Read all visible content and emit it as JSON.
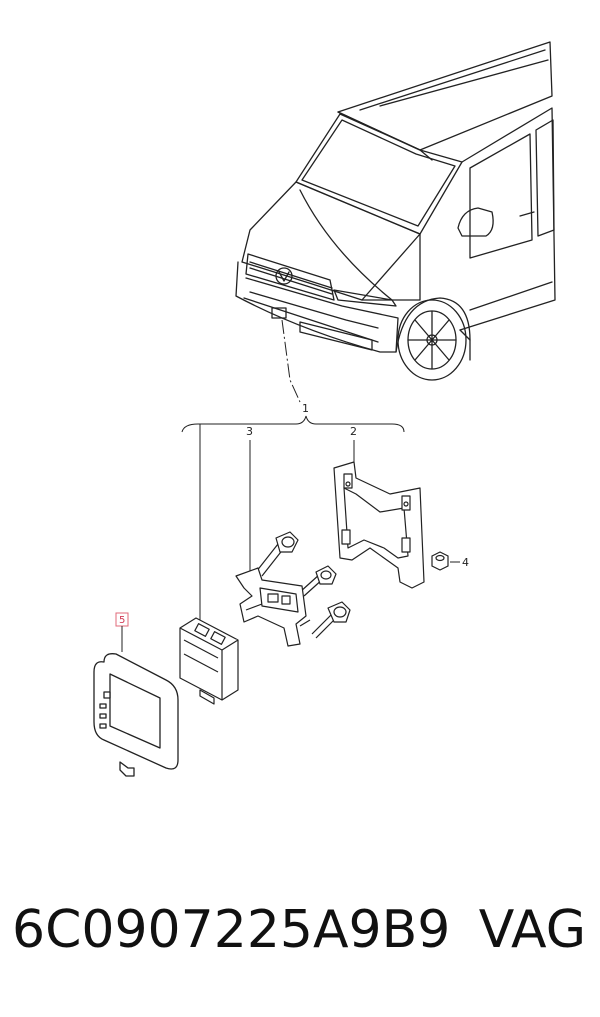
{
  "callouts": {
    "c1": "1",
    "c2": "2",
    "c3": "3",
    "c4": "4",
    "c5": "5"
  },
  "footer": {
    "part_number": "6C0907225A9B9",
    "brand": "VAG"
  },
  "colors": {
    "line": "#222222",
    "highlight": "#d23a55"
  }
}
